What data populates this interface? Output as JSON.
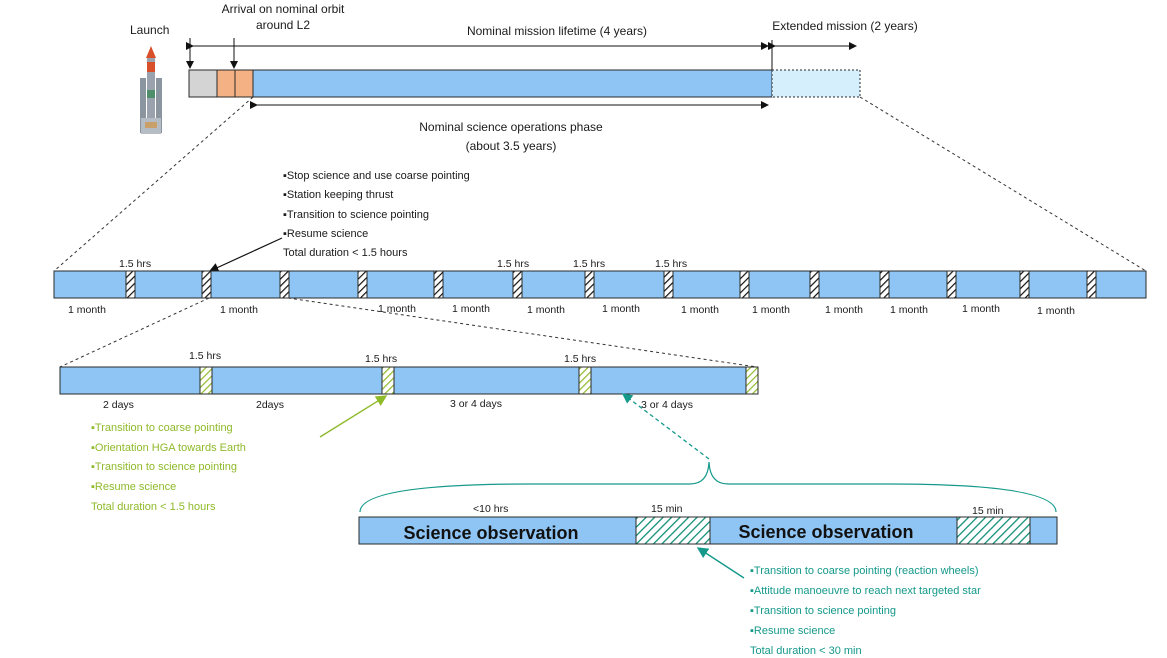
{
  "top": {
    "launch": "Launch",
    "arrival_line1": "Arrival on nominal orbit",
    "arrival_line2": "around L2",
    "nominal_lifetime": "Nominal mission lifetime (4 years)",
    "extended": "Extended mission (2 years)",
    "science_phase_line1": "Nominal science operations phase",
    "science_phase_line2": "(about 3.5 years)"
  },
  "monthly": {
    "notes": [
      "▪Stop science and use coarse pointing",
      "▪Station keeping thrust",
      "▪Transition to science pointing",
      "▪Resume science",
      "Total duration < 1.5 hours"
    ],
    "hrs_labels": [
      "1.5 hrs",
      "1.5 hrs",
      "1.5 hrs",
      "1.5 hrs"
    ],
    "month_labels": [
      "1 month",
      "1 month",
      "1 month",
      "1 month",
      "1 month",
      "1 month",
      "1 month",
      "1 month",
      "1 month",
      "1 month",
      "1 month",
      "1 month"
    ]
  },
  "daily": {
    "hrs_labels": [
      "1.5 hrs",
      "1.5 hrs",
      "1.5 hrs"
    ],
    "day_labels": [
      "2 days",
      "2days",
      "3 or 4 days",
      "3 or 4 days"
    ],
    "notes": [
      "▪Transition to coarse pointing",
      "▪Orientation HGA towards Earth",
      "▪Transition to science pointing",
      "▪Resume science",
      "Total duration < 1.5 hours"
    ]
  },
  "detail": {
    "duration_label": "<10 hrs",
    "min_labels": [
      "15 min",
      "15 min"
    ],
    "obs_labels": [
      "Science observation",
      "Science observation"
    ],
    "notes": [
      "▪Transition to coarse pointing (reaction wheels)",
      "▪Attitude manoeuvre to reach next targeted star",
      "▪Transition to science pointing",
      "▪Resume science",
      "Total duration < 30 min"
    ]
  },
  "colors": {
    "bar_fill": "#8fc5f4",
    "launch_phase": "#d4d4d4",
    "transfer_phase": "#f4b183",
    "extended_fill": "#d6effd",
    "green_text": "#8fba2a",
    "teal_text": "#14998a"
  }
}
